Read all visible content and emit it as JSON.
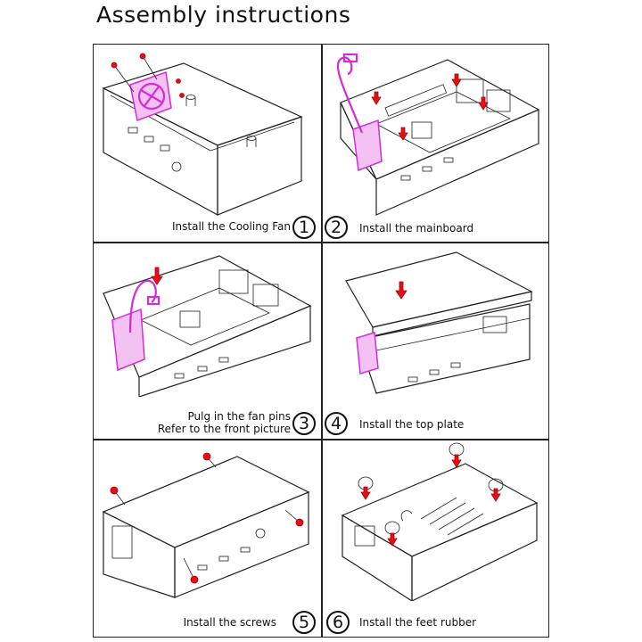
{
  "title": "Assembly instructions",
  "steps": [
    {
      "number": "1",
      "caption": "Install the Cooling Fan"
    },
    {
      "number": "2",
      "caption": "Install the mainboard"
    },
    {
      "number": "3",
      "caption_line1": "Pulg in the fan pins",
      "caption_line2": "Refer to the front picture"
    },
    {
      "number": "4",
      "caption": "Install the top plate"
    },
    {
      "number": "5",
      "caption": "Install the screws"
    },
    {
      "number": "6",
      "caption": "Install the feet rubber"
    }
  ],
  "colors": {
    "accent_fan": "#d62cd6",
    "screws_arrows": "#e3101a",
    "lines": "#222222"
  }
}
